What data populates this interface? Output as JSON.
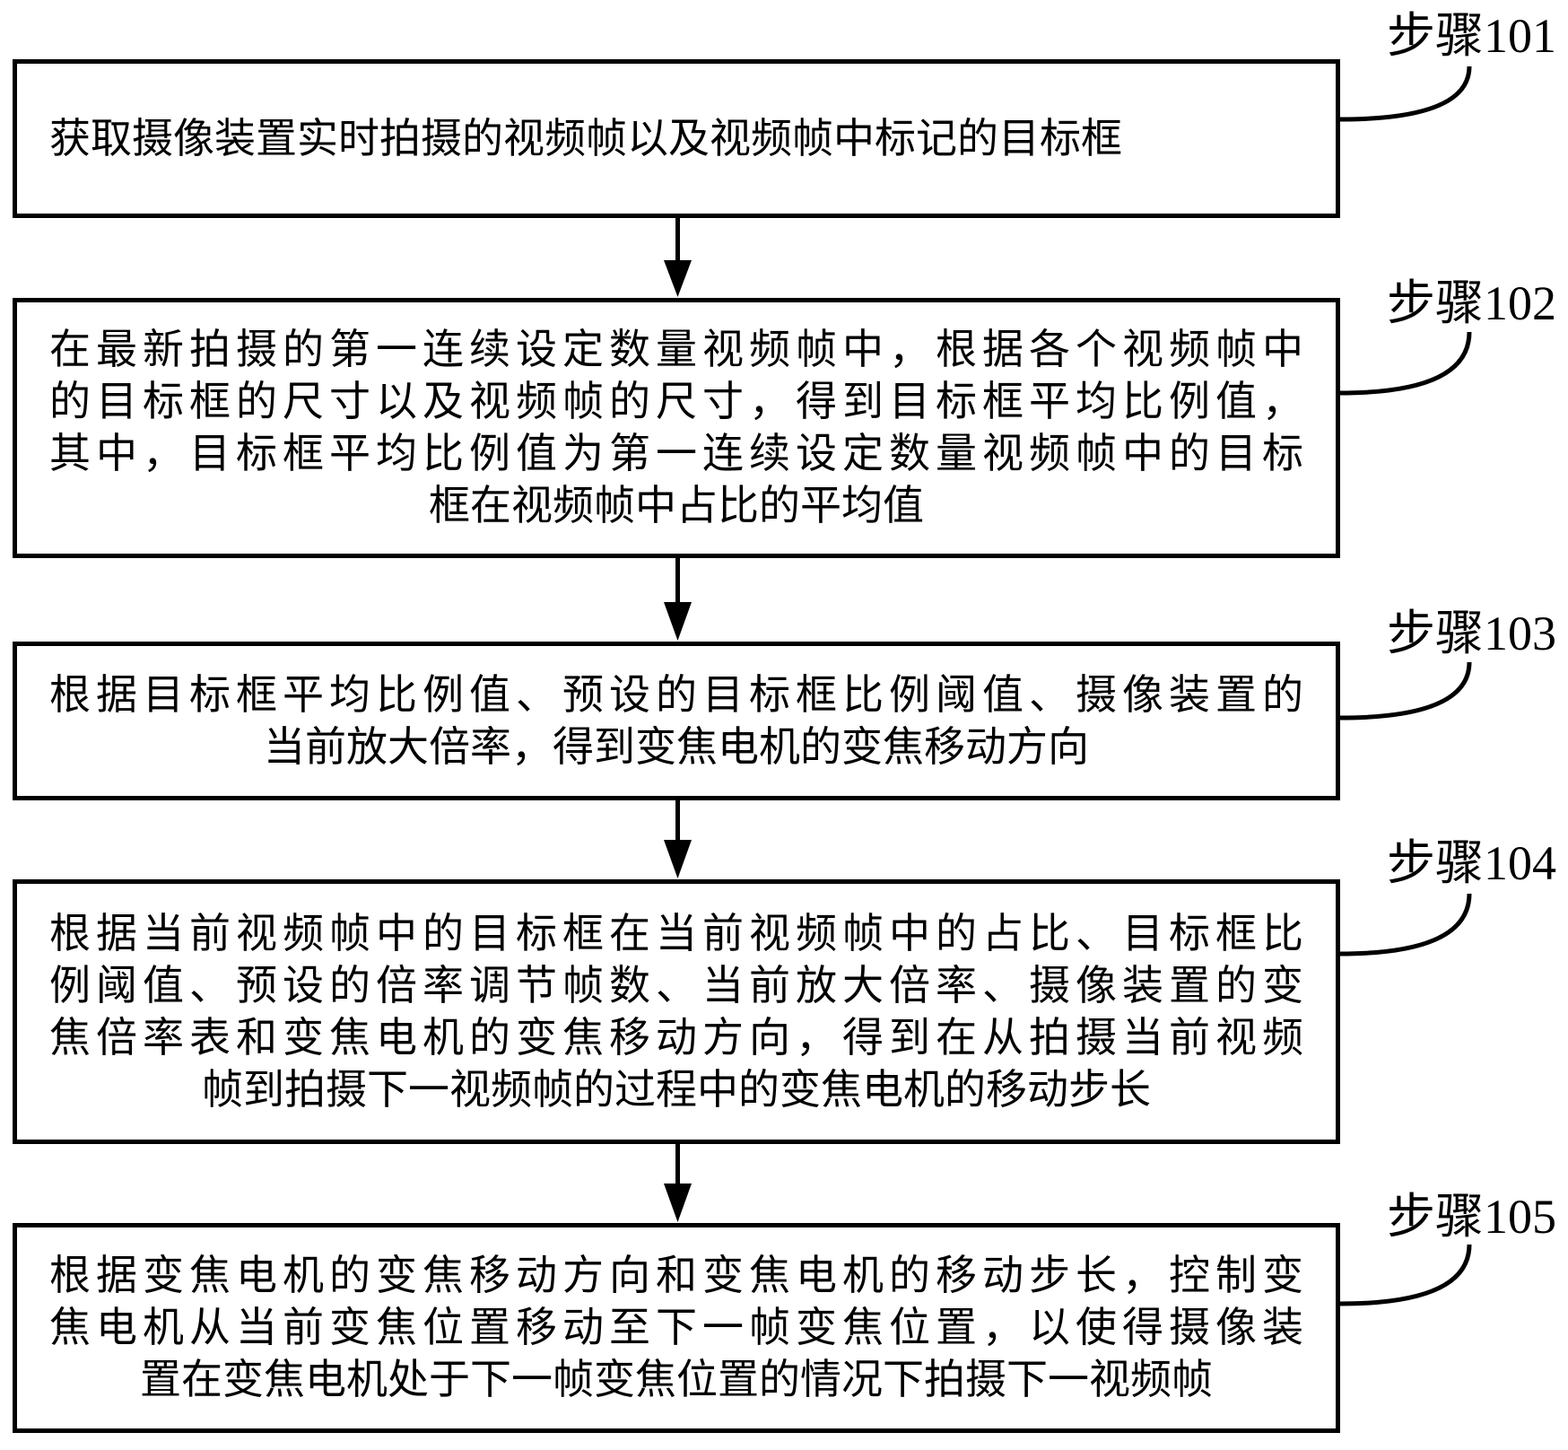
{
  "figure": {
    "type": "flowchart",
    "background_color": "#ffffff",
    "line_color": "#000000"
  },
  "steps": [
    {
      "label": "步骤101",
      "lines": [
        "获取摄像装置实时拍摄的视频帧以及视频帧中标记的目标框"
      ]
    },
    {
      "label": "步骤102",
      "lines": [
        "在最新拍摄的第一连续设定数量视频帧中，根据各个视频帧中",
        "的目标框的尺寸以及视频帧的尺寸，得到目标框平均比例值，",
        "其中，目标框平均比例值为第一连续设定数量视频帧中的目标",
        "框在视频帧中占比的平均值"
      ]
    },
    {
      "label": "步骤103",
      "lines": [
        "根据目标框平均比例值、预设的目标框比例阈值、摄像装置的",
        "当前放大倍率，得到变焦电机的变焦移动方向"
      ]
    },
    {
      "label": "步骤104",
      "lines": [
        "根据当前视频帧中的目标框在当前视频帧中的占比、目标框比",
        "例阈值、预设的倍率调节帧数、当前放大倍率、摄像装置的变",
        "焦倍率表和变焦电机的变焦移动方向，得到在从拍摄当前视频",
        "帧到拍摄下一视频帧的过程中的变焦电机的移动步长"
      ]
    },
    {
      "label": "步骤105",
      "lines": [
        "根据变焦电机的变焦移动方向和变焦电机的移动步长，控制变",
        "焦电机从当前变焦位置移动至下一帧变焦位置，以使得摄像装",
        "置在变焦电机处于下一帧变焦位置的情况下拍摄下一视频帧"
      ]
    }
  ]
}
